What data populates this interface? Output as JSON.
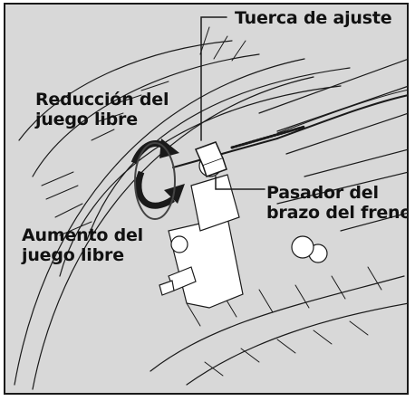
{
  "figure": {
    "labels": {
      "adjusting_nut": [
        "Tuerca de ajuste"
      ],
      "decrease_freeplay": [
        "Reducción del",
        "juego libre"
      ],
      "increase_freeplay": [
        "Aumento del",
        "juego libre"
      ],
      "brake_arm_pin": [
        "Pasador del",
        "brazo del freno"
      ]
    },
    "colors": {
      "background": "#d8d8d8",
      "linework": "#1a1a1a",
      "highlight": "#ffffff"
    }
  }
}
